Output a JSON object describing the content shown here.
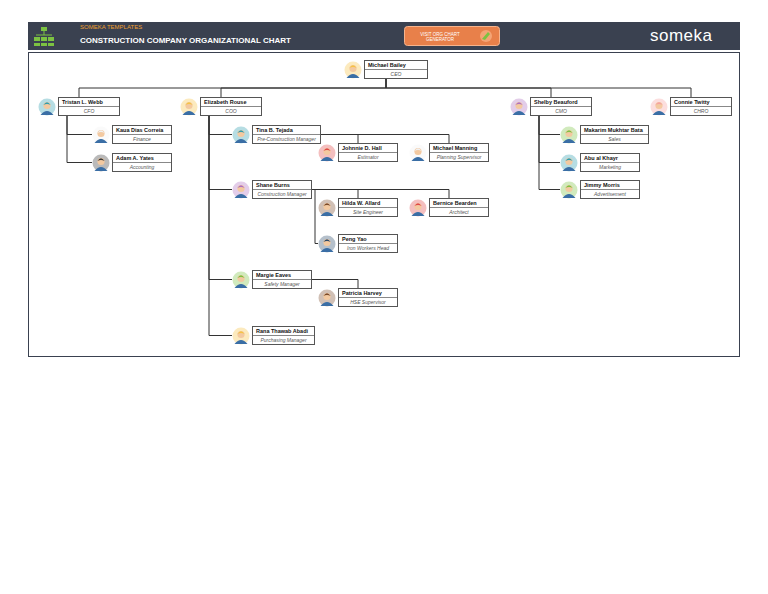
{
  "diagram": {
    "title": "CONSTRUCTION COMPANY ORGANIZATIONAL CHART",
    "nodes": [
      {
        "text": [
          "Michael Bailey",
          "CEO"
        ]
      },
      {
        "text": [
          "Tristan L. Webb",
          "CFO"
        ]
      },
      {
        "text": [
          "Kaua Dias Correia",
          "Finance"
        ]
      },
      {
        "text": [
          "Adam A. Yates",
          "Accounting"
        ]
      },
      {
        "text": [
          "Elizabeth Rouse",
          "COO"
        ]
      },
      {
        "text": [
          "Tina B. Tejada",
          "Pre-Construction Manager"
        ]
      },
      {
        "text": [
          "Johnnie D. Hall",
          "Estimator"
        ]
      },
      {
        "text": [
          "Michael Manning",
          "Planning Supervisor"
        ]
      },
      {
        "text": [
          "Shane Burns",
          "Construction Manager"
        ]
      },
      {
        "text": [
          "Hilda W. Allard",
          "Site Engineer"
        ]
      },
      {
        "text": [
          "Bernice Bearden",
          "Architect"
        ]
      },
      {
        "text": [
          "Peng Yao",
          "Iron Workers Head"
        ]
      },
      {
        "text": [
          "Margie Eaves",
          "Safety Manager"
        ]
      },
      {
        "text": [
          "Patricia Harvey",
          "HSE Supervisor"
        ]
      },
      {
        "text": [
          "Rana Thawab Abadi",
          "Purchasing Manager"
        ]
      },
      {
        "text": [
          "Shelby Beauford",
          "CMO"
        ]
      },
      {
        "text": [
          "Makarim Mukhtar Bata",
          "Sales"
        ]
      },
      {
        "text": [
          "Abu al Khayr",
          "Marketing"
        ]
      },
      {
        "text": [
          "Jimmy Morris",
          "Advertisement"
        ]
      },
      {
        "text": [
          "Connie Twitty",
          "CHRO"
        ]
      }
    ],
    "edges": [
      {
        "from": 0,
        "to": 1,
        "arrow": "none"
      },
      {
        "from": 0,
        "to": 4,
        "arrow": "none"
      },
      {
        "from": 0,
        "to": 15,
        "arrow": "none"
      },
      {
        "from": 0,
        "to": 19,
        "arrow": "none"
      },
      {
        "from": 1,
        "to": 2,
        "arrow": "none"
      },
      {
        "from": 1,
        "to": 3,
        "arrow": "none"
      },
      {
        "from": 4,
        "to": 5,
        "arrow": "none"
      },
      {
        "from": 4,
        "to": 8,
        "arrow": "none"
      },
      {
        "from": 4,
        "to": 12,
        "arrow": "none"
      },
      {
        "from": 4,
        "to": 14,
        "arrow": "none"
      },
      {
        "from": 5,
        "to": 6,
        "arrow": "none"
      },
      {
        "from": 5,
        "to": 7,
        "arrow": "none"
      },
      {
        "from": 8,
        "to": 9,
        "arrow": "none"
      },
      {
        "from": 8,
        "to": 10,
        "arrow": "none"
      },
      {
        "from": 8,
        "to": 11,
        "arrow": "none"
      },
      {
        "from": 12,
        "to": 13,
        "arrow": "none"
      },
      {
        "from": 15,
        "to": 16,
        "arrow": "none"
      },
      {
        "from": 15,
        "to": 17,
        "arrow": "none"
      },
      {
        "from": 15,
        "to": 18,
        "arrow": "none"
      }
    ],
    "labels": [
      "SOMEKA TEMPLATES",
      "VISIT ORG CHART GENERATOR",
      "someka"
    ]
  }
}
